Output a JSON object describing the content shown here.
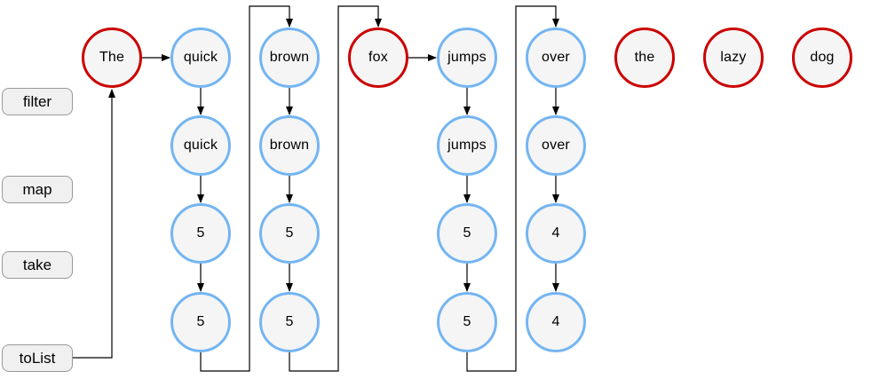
{
  "colors": {
    "accepted": "#74b5f2",
    "rejected": "#cc0000",
    "node_fill": "#f5f5f5",
    "node_text": "#000000",
    "label_fill": "#f0f0f0",
    "label_border": "#999999",
    "line": "#000000",
    "background": "#ffffff"
  },
  "operations": [
    {
      "label": "filter"
    },
    {
      "label": "map"
    },
    {
      "label": "take"
    },
    {
      "label": "toList"
    }
  ],
  "nodes": [
    {
      "label": "The",
      "state": "rejected"
    },
    {
      "label": "quick",
      "state": "accepted"
    },
    {
      "label": "brown",
      "state": "accepted"
    },
    {
      "label": "fox",
      "state": "rejected"
    },
    {
      "label": "jumps",
      "state": "accepted"
    },
    {
      "label": "over",
      "state": "accepted"
    },
    {
      "label": "the",
      "state": "rejected"
    },
    {
      "label": "lazy",
      "state": "rejected"
    },
    {
      "label": "dog",
      "state": "rejected"
    },
    {
      "label": "quick",
      "state": "accepted"
    },
    {
      "label": "brown",
      "state": "accepted"
    },
    {
      "label": "jumps",
      "state": "accepted"
    },
    {
      "label": "over",
      "state": "accepted"
    },
    {
      "label": "5",
      "state": "accepted"
    },
    {
      "label": "5",
      "state": "accepted"
    },
    {
      "label": "5",
      "state": "accepted"
    },
    {
      "label": "4",
      "state": "accepted"
    },
    {
      "label": "5",
      "state": "accepted"
    },
    {
      "label": "5",
      "state": "accepted"
    },
    {
      "label": "5",
      "state": "accepted"
    },
    {
      "label": "4",
      "state": "accepted"
    }
  ]
}
